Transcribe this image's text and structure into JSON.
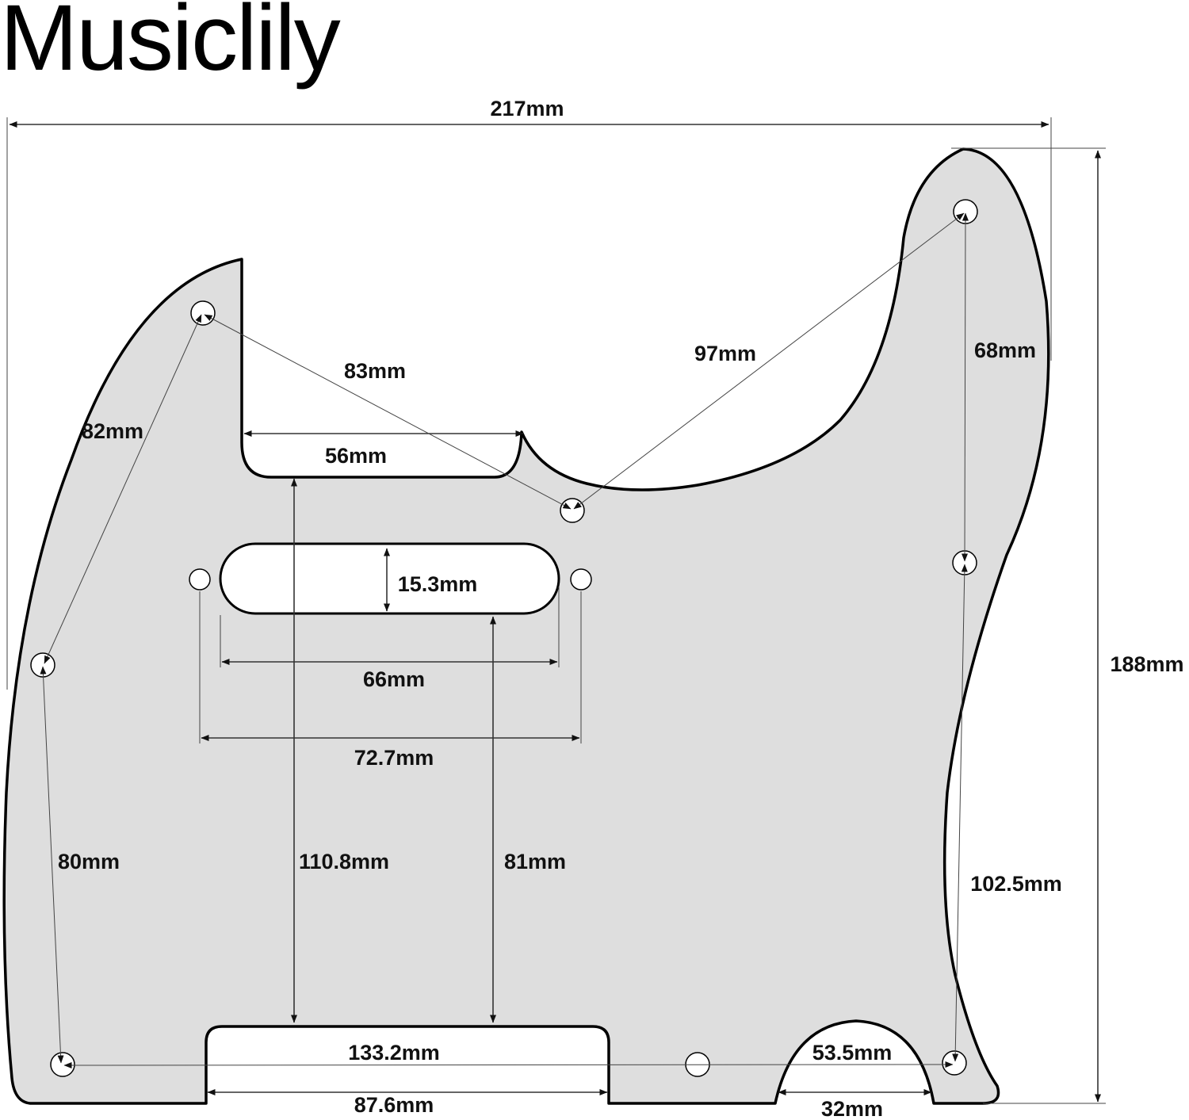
{
  "brand": "Musiclily",
  "colors": {
    "pickguard_fill": "#dedede",
    "outline": "#000000",
    "dimension_line": "#333333"
  },
  "dimensions": {
    "overall_width": "217mm",
    "overall_height": "188mm",
    "neck_pocket_width": "56mm",
    "top_left_hole_to_center_hole": "83mm",
    "center_hole_to_top_right_hole": "97mm",
    "top_right_hole_to_right_mid_hole": "68mm",
    "top_left_hole_to_left_mid_hole": "82mm",
    "left_mid_hole_to_bottom_left_hole": "80mm",
    "pickup_slot_height": "15.3mm",
    "pickup_slot_length": "66mm",
    "pickup_mount_hole_spacing": "72.7mm",
    "pocket_to_bridge_cutout": "110.8mm",
    "pickup_to_bridge_cutout": "81mm",
    "right_mid_hole_to_bottom_right_hole": "102.5mm",
    "bottom_left_hole_to_bottom_right_hole": "133.2mm",
    "bridge_cutout_width": "87.6mm",
    "control_cutout_top": "53.5mm",
    "control_cutout_bottom": "32mm"
  }
}
